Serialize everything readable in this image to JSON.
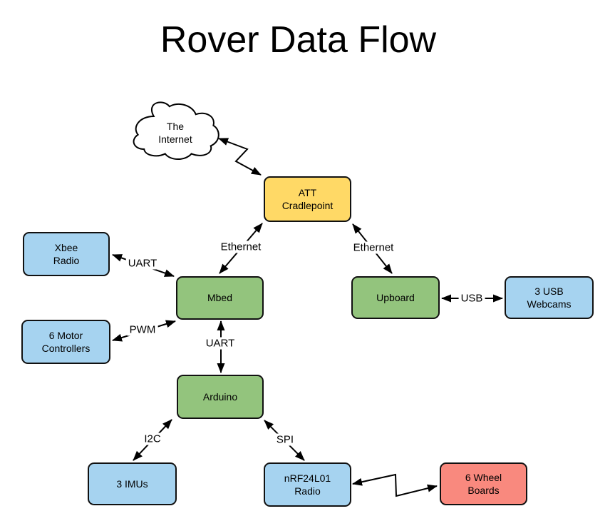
{
  "title": "Rover Data Flow",
  "colors": {
    "node_blue": "#A6D3F0",
    "node_green": "#93C47D",
    "node_yellow": "#FFD966",
    "node_red": "#F9897E",
    "cloud_fill": "#FFFFFF",
    "line": "#000000"
  },
  "nodes": {
    "internet": {
      "label": "The\nInternet",
      "fill": "#FFFFFF"
    },
    "att": {
      "label": "ATT\nCradlepoint",
      "fill": "#FFD966"
    },
    "xbee": {
      "label": "Xbee\nRadio",
      "fill": "#A6D3F0"
    },
    "motor": {
      "label": "6 Motor\nControllers",
      "fill": "#A6D3F0"
    },
    "mbed": {
      "label": "Mbed",
      "fill": "#93C47D"
    },
    "upboard": {
      "label": "Upboard",
      "fill": "#93C47D"
    },
    "webcams": {
      "label": "3 USB\nWebcams",
      "fill": "#A6D3F0"
    },
    "arduino": {
      "label": "Arduino",
      "fill": "#93C47D"
    },
    "imus": {
      "label": "3 IMUs",
      "fill": "#A6D3F0"
    },
    "nrf": {
      "label": "nRF24L01\nRadio",
      "fill": "#A6D3F0"
    },
    "wheel": {
      "label": "6 Wheel\nBoards",
      "fill": "#F9897E"
    }
  },
  "edge_labels": {
    "uart_xbee": "UART",
    "ethernet_left": "Ethernet",
    "ethernet_right": "Ethernet",
    "pwm": "PWM",
    "usb": "USB",
    "uart_vertical": "UART",
    "i2c": "I2C",
    "spi": "SPI"
  }
}
